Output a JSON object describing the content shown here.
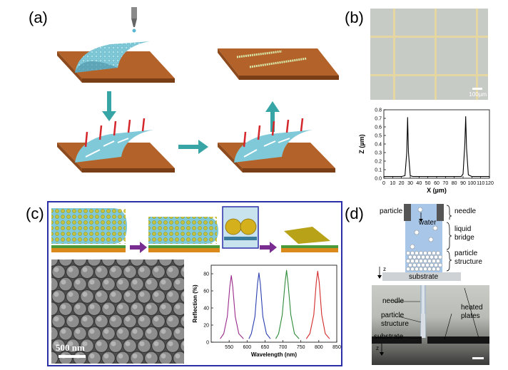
{
  "panels": {
    "a": {
      "label": "(a)"
    },
    "b": {
      "label": "(b)",
      "scalebar": "100µm"
    },
    "c": {
      "label": "(c)",
      "sem_scalebar": "500 nm"
    },
    "d": {
      "label": "(d)",
      "schematic": {
        "particle": "particle",
        "water": "water",
        "needle": "needle",
        "liquid_bridge": [
          "liquid",
          "bridge"
        ],
        "particle_structure": [
          "particle",
          "structure"
        ],
        "substrate": "substrate",
        "z": "z"
      },
      "photo": {
        "needle": "needle",
        "particle_structure": [
          "particle",
          "structure"
        ],
        "substrate": "substrate",
        "heated_plates": [
          "heated",
          "plates"
        ],
        "z": "z"
      }
    }
  },
  "chart_data": [
    {
      "type": "line",
      "panel": "b",
      "xlabel": "X (µm)",
      "ylabel": "Z (µm)",
      "xlim": [
        0,
        120
      ],
      "ylim": [
        0,
        0.8
      ],
      "xticks": [
        0,
        10,
        20,
        30,
        40,
        50,
        60,
        70,
        80,
        90,
        100,
        110,
        120
      ],
      "yticks": [
        0.0,
        0.1,
        0.2,
        0.3,
        0.4,
        0.5,
        0.6,
        0.7,
        0.8
      ],
      "series": [
        {
          "x": [
            0,
            20,
            24,
            26,
            27,
            28,
            30,
            33,
            60,
            88,
            90,
            92,
            93,
            94,
            96,
            100,
            120
          ],
          "values": [
            0.02,
            0.02,
            0.03,
            0.3,
            0.71,
            0.3,
            0.03,
            0.02,
            0.02,
            0.02,
            0.05,
            0.4,
            0.72,
            0.35,
            0.04,
            0.02,
            0.02
          ]
        }
      ],
      "grid": false
    },
    {
      "type": "line",
      "panel": "c",
      "xlabel": "Wavelength (nm)",
      "ylabel": "Reflection (%)",
      "xlim": [
        500,
        850
      ],
      "ylim": [
        0,
        90
      ],
      "xticks": [
        550,
        600,
        650,
        700,
        750,
        800,
        850
      ],
      "yticks": [
        0,
        20,
        40,
        60,
        80
      ],
      "colors": [
        "#9a2a8c",
        "#2b3fb0",
        "#2e8b3a",
        "#d42a2a"
      ],
      "series": [
        {
          "x": [
            525,
            535,
            545,
            552,
            556,
            560,
            567,
            577,
            590
          ],
          "values": [
            4,
            10,
            30,
            65,
            78,
            65,
            30,
            10,
            4
          ]
        },
        {
          "x": [
            605,
            612,
            622,
            629,
            633,
            637,
            644,
            654,
            665
          ],
          "values": [
            4,
            10,
            30,
            68,
            81,
            68,
            30,
            10,
            4
          ]
        },
        {
          "x": [
            680,
            688,
            698,
            706,
            710,
            714,
            722,
            732,
            745
          ],
          "values": [
            4,
            10,
            32,
            70,
            84,
            70,
            32,
            10,
            4
          ]
        },
        {
          "x": [
            765,
            775,
            786,
            793,
            797,
            801,
            808,
            818,
            830
          ],
          "values": [
            4,
            10,
            32,
            70,
            83,
            70,
            32,
            10,
            4
          ]
        }
      ],
      "grid": false
    }
  ]
}
